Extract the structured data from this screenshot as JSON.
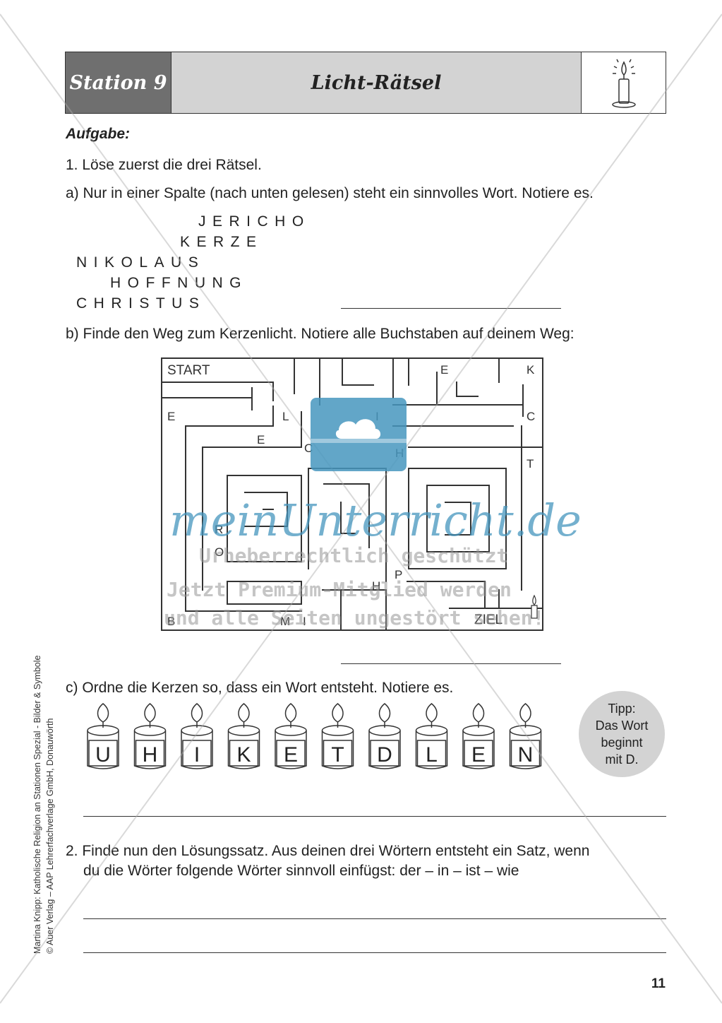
{
  "header": {
    "station": "Station 9",
    "title": "Licht-Rätsel"
  },
  "task": {
    "heading": "Aufgabe:",
    "step1": "1. Löse zuerst die drei Rätsel.",
    "a_text": "a) Nur in einer Spalte (nach unten gelesen) steht ein sinnvolles Wort. Notiere es.",
    "words": [
      "JERICHO",
      "KERZE",
      "NIKOLAUS",
      "HOFFNUNG",
      "CHRISTUS"
    ],
    "b_text": "b) Finde den Weg zum Kerzenlicht. Notiere alle Buchstaben auf deinem Weg:",
    "maze": {
      "start": "START",
      "ziel": "ZIEL",
      "letters": [
        "E",
        "K",
        "E",
        "L",
        "I",
        "C",
        "E",
        "C",
        "H",
        "T",
        "R",
        "O",
        "P",
        "H",
        "B",
        "M",
        "I"
      ]
    },
    "c_text": "c) Ordne die Kerzen so, dass ein Wort entsteht. Notiere es.",
    "candles": [
      "U",
      "H",
      "I",
      "K",
      "E",
      "T",
      "D",
      "L",
      "E",
      "N"
    ],
    "tip": [
      "Tipp:",
      "Das Wort",
      "beginnt",
      "mit D."
    ],
    "step2_line1": "2. Finde nun den Lösungssatz. Aus deinen drei Wörtern entsteht ein Satz, wenn",
    "step2_line2": "du die Wörter folgende Wörter sinnvoll einfügst: der – in – ist – wie"
  },
  "side_credit": {
    "line1": "Martina Knipp: Katholische Religion an Stationen Spezial - Bilder & Symbole",
    "line2": "© Auer Verlag – AAP Lehrerfachverlage GmbH, Donauwörth"
  },
  "page_number": "11",
  "watermark": {
    "brand": "meinUnterricht.de",
    "line1": "Urheberrechtlich geschützt",
    "line2": "Jetzt Premium-Mitglied werden",
    "line3": "und alle Seiten ungestört sehen!"
  }
}
